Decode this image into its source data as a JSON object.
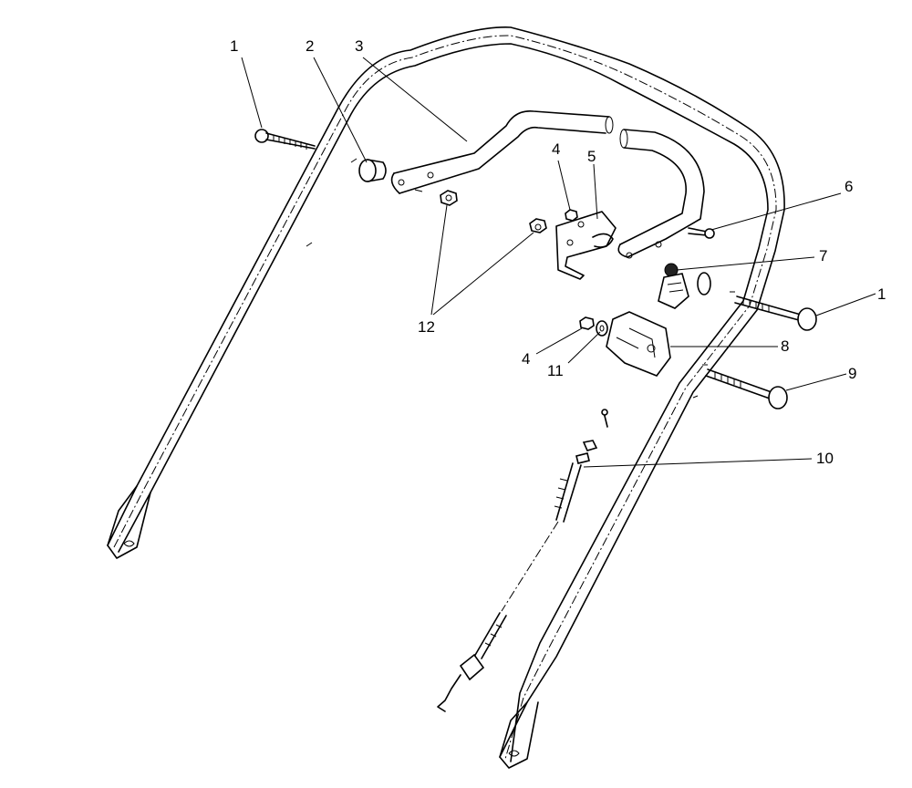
{
  "callouts": [
    "1",
    "2",
    "3",
    "4",
    "5",
    "6",
    "7",
    "1",
    "12",
    "4",
    "11",
    "8",
    "9",
    "10"
  ],
  "colors": {
    "line": "#000000",
    "background": "#ffffff"
  }
}
